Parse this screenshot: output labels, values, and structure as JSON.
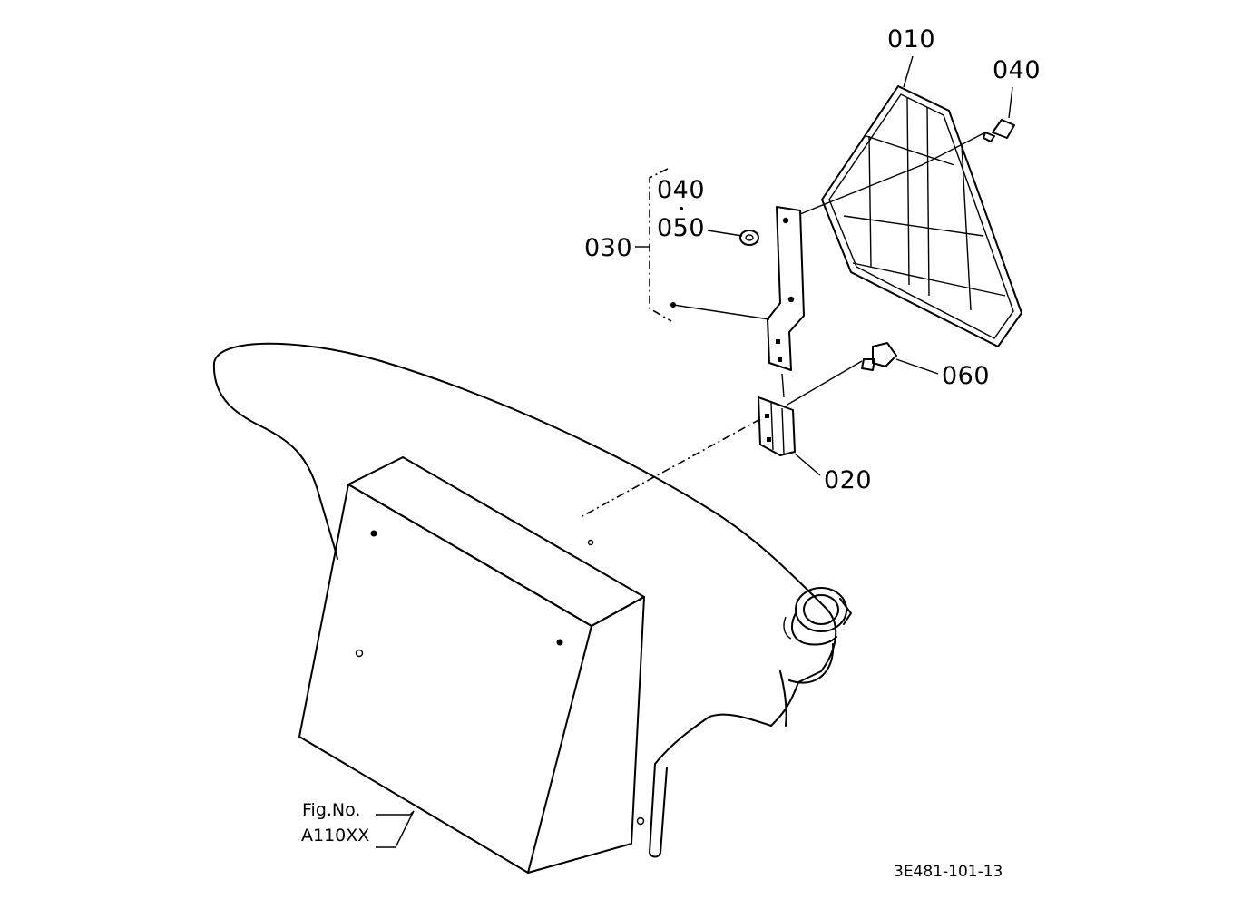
{
  "callouts": {
    "c010": "010",
    "c040_top": "040",
    "c040_left": "040",
    "c050": "050",
    "c030": "030",
    "c060": "060",
    "c020": "020"
  },
  "figure": {
    "label": "Fig.No.",
    "number": "A110XX"
  },
  "drawing_code": "3E481-101-13"
}
